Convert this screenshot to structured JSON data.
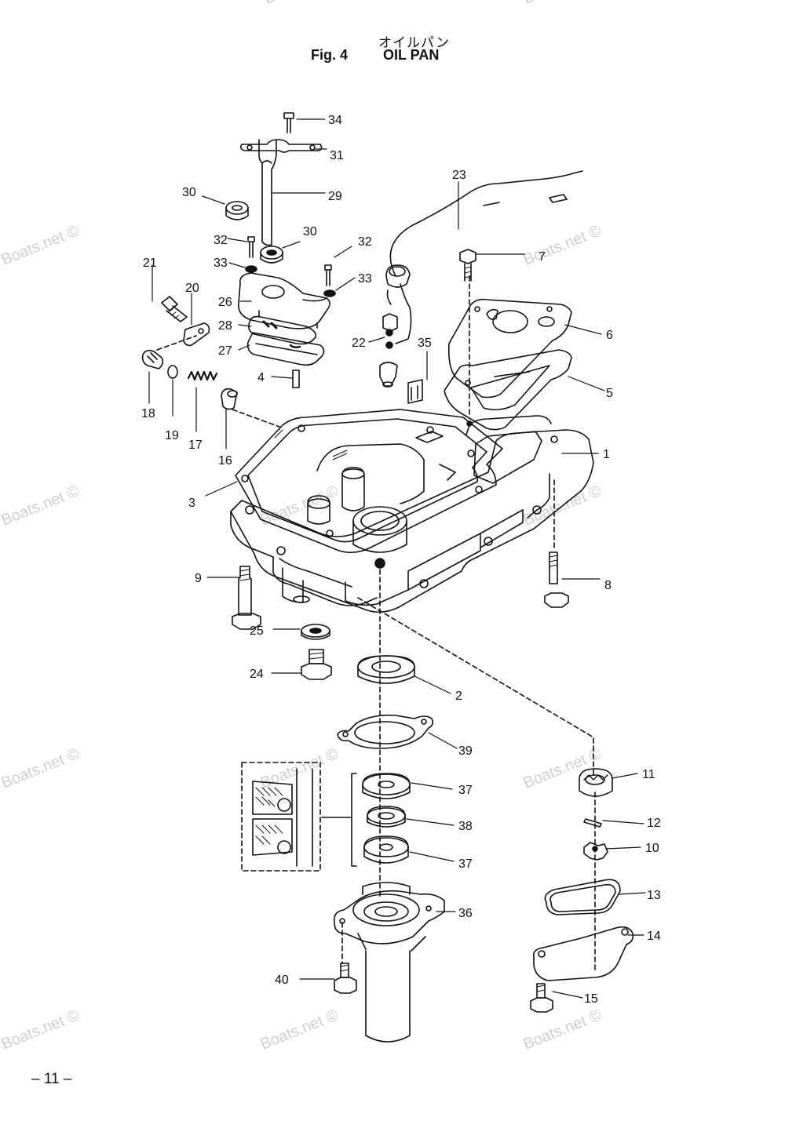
{
  "header": {
    "jp_title": "オイルパン",
    "fig_label": "Fig. 4",
    "fig_title": "OIL PAN"
  },
  "footer": {
    "page_number": "– 11 –"
  },
  "watermark": "Boats.net ©",
  "callouts": {
    "c1": "1",
    "c2": "2",
    "c3": "3",
    "c4": "4",
    "c5": "5",
    "c6": "6",
    "c7": "7",
    "c8": "8",
    "c9": "9",
    "c10": "10",
    "c11": "11",
    "c12": "12",
    "c13": "13",
    "c14": "14",
    "c15": "15",
    "c16": "16",
    "c17": "17",
    "c18": "18",
    "c19": "19",
    "c20": "20",
    "c21": "21",
    "c22": "22",
    "c23": "23",
    "c24": "24",
    "c25": "25",
    "c26": "26",
    "c27": "27",
    "c28": "28",
    "c29": "29",
    "c30a": "30",
    "c30b": "30",
    "c31": "31",
    "c32a": "32",
    "c32b": "32",
    "c33a": "33",
    "c33b": "33",
    "c34": "34",
    "c35": "35",
    "c36": "36",
    "c37a": "37",
    "c37b": "37",
    "c38": "38",
    "c39": "39",
    "c40": "40"
  },
  "colors": {
    "ink": "#111111",
    "watermark": "#cfcfcf",
    "background": "#ffffff"
  }
}
